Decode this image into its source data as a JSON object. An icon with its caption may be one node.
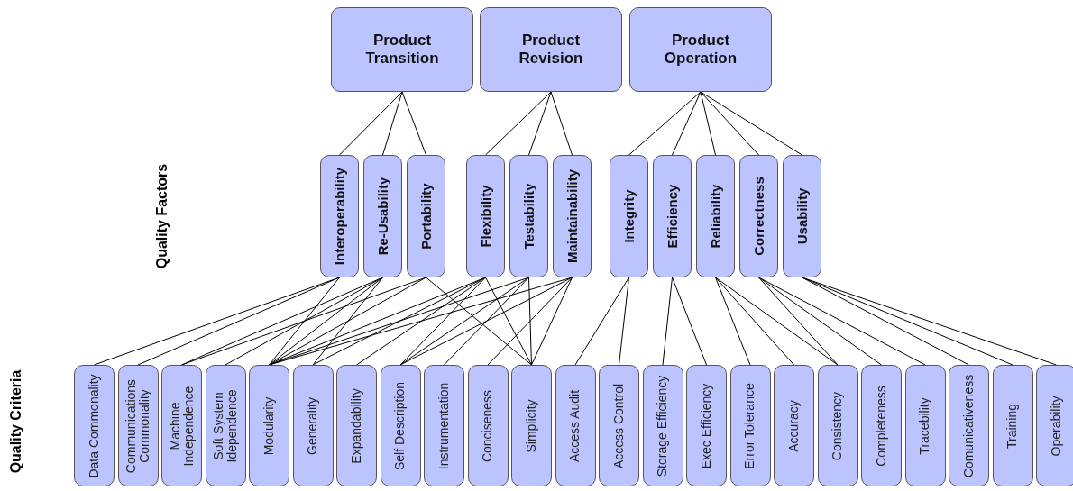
{
  "diagram": {
    "nodes": [
      {
        "text": [
          "Product Transition"
        ]
      },
      {
        "text": [
          "Product Revision"
        ]
      },
      {
        "text": [
          "Product Operation"
        ]
      },
      {
        "text": [
          "Interoperability"
        ]
      },
      {
        "text": [
          "Re-Usability"
        ]
      },
      {
        "text": [
          "Portability"
        ]
      },
      {
        "text": [
          "Flexibility"
        ]
      },
      {
        "text": [
          "Testability"
        ]
      },
      {
        "text": [
          "Maintainability"
        ]
      },
      {
        "text": [
          "Integrity"
        ]
      },
      {
        "text": [
          "Efficiency"
        ]
      },
      {
        "text": [
          "Reliability"
        ]
      },
      {
        "text": [
          "Correctness"
        ]
      },
      {
        "text": [
          "Usability"
        ]
      },
      {
        "text": [
          "Data Commonality"
        ]
      },
      {
        "text": [
          "Communications Commonality"
        ]
      },
      {
        "text": [
          "Machine Independence"
        ]
      },
      {
        "text": [
          "Soft System Idependence"
        ]
      },
      {
        "text": [
          "Modularity"
        ]
      },
      {
        "text": [
          "Generality"
        ]
      },
      {
        "text": [
          "Expandability"
        ]
      },
      {
        "text": [
          "Self Description"
        ]
      },
      {
        "text": [
          "Instrumentation"
        ]
      },
      {
        "text": [
          "Conciseness"
        ]
      },
      {
        "text": [
          "Simplicity"
        ]
      },
      {
        "text": [
          "Access Audit"
        ]
      },
      {
        "text": [
          "Access Control"
        ]
      },
      {
        "text": [
          "Storage Efficiency"
        ]
      },
      {
        "text": [
          "Exec Efficiency"
        ]
      },
      {
        "text": [
          "Error Tolerance"
        ]
      },
      {
        "text": [
          "Accuracy"
        ]
      },
      {
        "text": [
          "Consistency"
        ]
      },
      {
        "text": [
          "Completeness"
        ]
      },
      {
        "text": [
          "Tracebility"
        ]
      },
      {
        "text": [
          "Comunicativeness"
        ]
      },
      {
        "text": [
          "Training"
        ]
      },
      {
        "text": [
          "Operability"
        ]
      }
    ],
    "edges": [
      {
        "from": 0,
        "to": 3,
        "arrow": "none"
      },
      {
        "from": 0,
        "to": 4,
        "arrow": "none"
      },
      {
        "from": 0,
        "to": 5,
        "arrow": "none"
      },
      {
        "from": 1,
        "to": 6,
        "arrow": "none"
      },
      {
        "from": 1,
        "to": 7,
        "arrow": "none"
      },
      {
        "from": 1,
        "to": 8,
        "arrow": "none"
      },
      {
        "from": 2,
        "to": 9,
        "arrow": "none"
      },
      {
        "from": 2,
        "to": 10,
        "arrow": "none"
      },
      {
        "from": 2,
        "to": 11,
        "arrow": "none"
      },
      {
        "from": 2,
        "to": 12,
        "arrow": "none"
      },
      {
        "from": 2,
        "to": 13,
        "arrow": "none"
      },
      {
        "from": 3,
        "to": 14,
        "arrow": "none"
      },
      {
        "from": 3,
        "to": 15,
        "arrow": "none"
      },
      {
        "from": 3,
        "to": 18,
        "arrow": "none"
      },
      {
        "from": 4,
        "to": 16,
        "arrow": "none"
      },
      {
        "from": 4,
        "to": 17,
        "arrow": "none"
      },
      {
        "from": 4,
        "to": 18,
        "arrow": "none"
      },
      {
        "from": 4,
        "to": 19,
        "arrow": "none"
      },
      {
        "from": 5,
        "to": 16,
        "arrow": "none"
      },
      {
        "from": 5,
        "to": 18,
        "arrow": "none"
      },
      {
        "from": 5,
        "to": 24,
        "arrow": "none"
      },
      {
        "from": 6,
        "to": 18,
        "arrow": "none"
      },
      {
        "from": 6,
        "to": 19,
        "arrow": "none"
      },
      {
        "from": 6,
        "to": 20,
        "arrow": "none"
      },
      {
        "from": 6,
        "to": 21,
        "arrow": "none"
      },
      {
        "from": 6,
        "to": 24,
        "arrow": "none"
      },
      {
        "from": 7,
        "to": 18,
        "arrow": "none"
      },
      {
        "from": 7,
        "to": 21,
        "arrow": "none"
      },
      {
        "from": 7,
        "to": 22,
        "arrow": "none"
      },
      {
        "from": 7,
        "to": 24,
        "arrow": "none"
      },
      {
        "from": 8,
        "to": 18,
        "arrow": "none"
      },
      {
        "from": 8,
        "to": 21,
        "arrow": "none"
      },
      {
        "from": 8,
        "to": 23,
        "arrow": "none"
      },
      {
        "from": 8,
        "to": 24,
        "arrow": "none"
      },
      {
        "from": 9,
        "to": 25,
        "arrow": "none"
      },
      {
        "from": 9,
        "to": 26,
        "arrow": "none"
      },
      {
        "from": 10,
        "to": 27,
        "arrow": "none"
      },
      {
        "from": 10,
        "to": 28,
        "arrow": "none"
      },
      {
        "from": 11,
        "to": 29,
        "arrow": "none"
      },
      {
        "from": 11,
        "to": 30,
        "arrow": "none"
      },
      {
        "from": 11,
        "to": 31,
        "arrow": "none"
      },
      {
        "from": 12,
        "to": 31,
        "arrow": "none"
      },
      {
        "from": 12,
        "to": 32,
        "arrow": "none"
      },
      {
        "from": 12,
        "to": 33,
        "arrow": "none"
      },
      {
        "from": 13,
        "to": 34,
        "arrow": "none"
      },
      {
        "from": 13,
        "to": 35,
        "arrow": "none"
      },
      {
        "from": 13,
        "to": 36,
        "arrow": "none"
      }
    ],
    "labels": [
      "Quality Factors",
      "Quality Criteria"
    ]
  }
}
